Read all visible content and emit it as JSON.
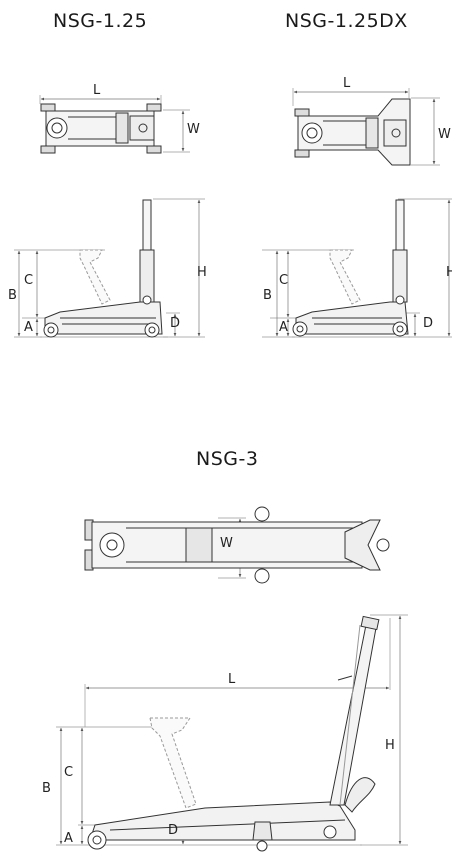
{
  "models": [
    {
      "title": "NSG-1.25",
      "plan_labels": {
        "length": "L",
        "width": "W"
      },
      "side_labels": {
        "h": "H",
        "b": "B",
        "c": "C",
        "a": "A",
        "d": "D"
      }
    },
    {
      "title": "NSG-1.25DX",
      "plan_labels": {
        "length": "L",
        "width": "W"
      },
      "side_labels": {
        "h": "H",
        "b": "B",
        "c": "C",
        "a": "A",
        "d": "D"
      }
    },
    {
      "title": "NSG-3",
      "plan_labels": {
        "width": "W"
      },
      "side_labels": {
        "length": "L",
        "h": "H",
        "b": "B",
        "c": "C",
        "a": "A",
        "d": "D"
      }
    }
  ]
}
